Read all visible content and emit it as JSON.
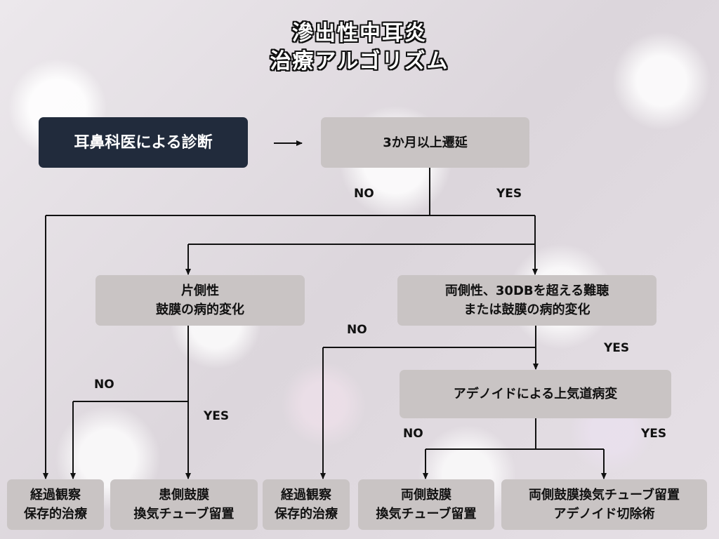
{
  "title": {
    "line1": "滲出性中耳炎",
    "line2": "治療アルゴリズム"
  },
  "nodes": {
    "diagnosis": "耳鼻科医による診断",
    "duration": "3か月以上遷延",
    "unilateral": {
      "line1": "片側性",
      "line2": "鼓膜の病的変化"
    },
    "bilateral": {
      "line1": "両側性、30DBを超える難聴",
      "line2": "または鼓膜の病的変化"
    },
    "adenoid": "アデノイドによる上気道病変",
    "observe1": {
      "line1": "経過観察",
      "line2": "保存的治療"
    },
    "affected_tube": {
      "line1": "患側鼓膜",
      "line2": "換気チューブ留置"
    },
    "observe2": {
      "line1": "経過観察",
      "line2": "保存的治療"
    },
    "bilateral_tube": {
      "line1": "両側鼓膜",
      "line2": "換気チューブ留置"
    },
    "tube_adenoid": {
      "line1": "両側鼓膜換気チューブ留置",
      "line2": "アデノイド切除術"
    }
  },
  "labels": {
    "no_duration": "NO",
    "yes_duration": "YES",
    "no_bilateral": "NO",
    "yes_bilateral": "YES",
    "no_unilateral": "NO",
    "yes_unilateral": "YES",
    "no_adenoid": "NO",
    "yes_adenoid": "YES"
  },
  "colors": {
    "box": "#c9c4c4",
    "dark_box": "#212b3c",
    "line": "#111111"
  }
}
